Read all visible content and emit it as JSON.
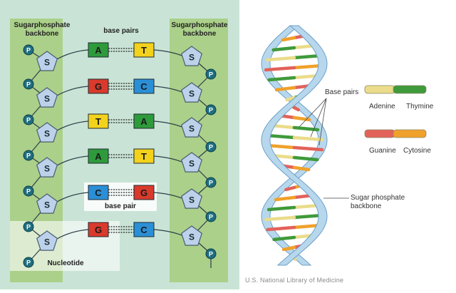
{
  "left": {
    "header_left": [
      "Sugarphosphate",
      "backbone"
    ],
    "header_center": "base pairs",
    "header_right": [
      "Sugarphosphate",
      "backbone"
    ],
    "phosphate_label": "P",
    "sugar_label": "S",
    "pairs": [
      {
        "left": "A",
        "right": "T",
        "left_color": "#2e9a3c",
        "right_color": "#f3d21c"
      },
      {
        "left": "G",
        "right": "C",
        "left_color": "#d83a2b",
        "right_color": "#2b8fd6"
      },
      {
        "left": "T",
        "right": "A",
        "left_color": "#f3d21c",
        "right_color": "#2e9a3c"
      },
      {
        "left": "A",
        "right": "T",
        "left_color": "#2e9a3c",
        "right_color": "#f3d21c"
      },
      {
        "left": "C",
        "right": "G",
        "left_color": "#2b8fd6",
        "right_color": "#d83a2b"
      },
      {
        "left": "G",
        "right": "C",
        "left_color": "#d83a2b",
        "right_color": "#2b8fd6"
      }
    ],
    "base_pair_callout": "base pair",
    "nucleotide_label": "Nucleotide"
  },
  "right": {
    "base_pairs_label": "Base pairs",
    "backbone_label": [
      "Sugar phosphate",
      "backbone"
    ],
    "legend": [
      {
        "left": "Adenine",
        "right": "Thymine",
        "left_color": "#eadc8a",
        "right_color": "#3f9a3b"
      },
      {
        "left": "Guanine",
        "right": "Cytosine",
        "left_color": "#e2625a",
        "right_color": "#f0a12b"
      }
    ],
    "credit": "U.S. National Library of Medicine"
  },
  "colors": {
    "panel_bg": "#c9e4d6",
    "column_bg": "#abd08a",
    "phosphate": "#1f6e7f",
    "sugar": "#bcd2ea",
    "ribbon": "#b7d7ec",
    "ribbon_edge": "#6ea0c8"
  }
}
